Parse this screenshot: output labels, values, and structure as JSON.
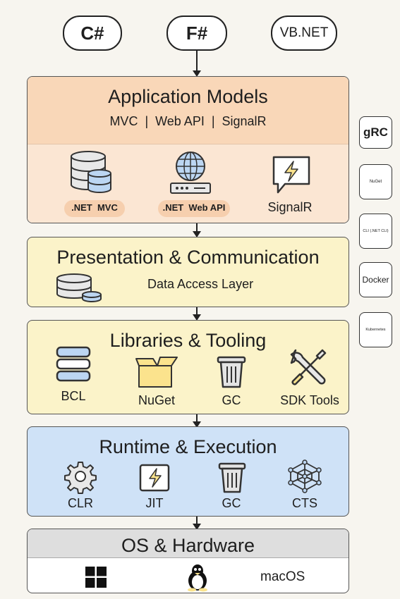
{
  "languages": {
    "csharp": "C#",
    "fsharp": "F#",
    "vbnet": "VB.NET"
  },
  "application_models": {
    "title": "Application Models",
    "subtitle": "MVC  |  Web API  |  SignalR",
    "items": [
      ".NET  MVC",
      ".NET  Web API",
      "SignalR"
    ]
  },
  "presentation": {
    "title": "Presentation & Communication",
    "subtitle": "Data Access Layer"
  },
  "libraries": {
    "title": "Libraries & Tooling",
    "items": [
      "BCL",
      "NuGet",
      "GC",
      "SDK Tools"
    ]
  },
  "runtime": {
    "title": "Runtime & Execution",
    "items": [
      "CLR",
      "JIT",
      "GC",
      "CTS"
    ]
  },
  "os": {
    "title": "OS & Hardware",
    "items": [
      "macOS"
    ]
  },
  "sidebar": [
    "gRC",
    "NuGet",
    "CLI (.NET CLI)",
    "Docker",
    "Kubernetes"
  ],
  "colors": {
    "app_header": "#f9d7b8",
    "app_body": "#fbe6d3",
    "presentation": "#fbf3c9",
    "libraries": "#fbf3c9",
    "runtime": "#cfe2f7",
    "os_header": "#dedede",
    "os_body": "#ffffff",
    "icon_blue": "#bcd6f2",
    "icon_yellow": "#fbe38d"
  }
}
